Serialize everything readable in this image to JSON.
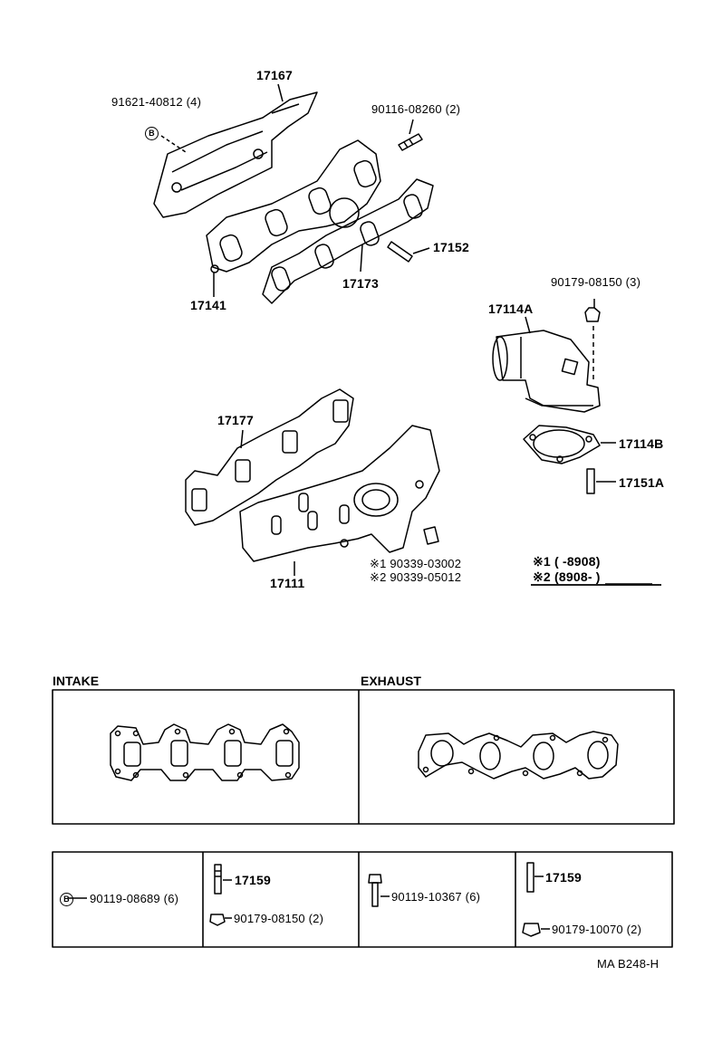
{
  "labels": {
    "p17167": "17167",
    "p91621": "91621-40812 (4)",
    "b_mark": "B",
    "p90116": "90116-08260 (2)",
    "p17152": "17152",
    "p17173": "17173",
    "p17141": "17141",
    "p90179a": "90179-08150 (3)",
    "p17114A": "17114A",
    "p17114B": "17114B",
    "p17151A": "17151A",
    "p17177": "17177",
    "p17111": "17111",
    "note1": "※1 90339-03002",
    "note2": "※2 90339-05012",
    "leg1": "※1 (          -8908)",
    "leg2": "※2 (8908-          )"
  },
  "gaskets": {
    "intake_title": "INTAKE",
    "exhaust_title": "EXHAUST"
  },
  "hardware": {
    "c1_b": "B",
    "c1_part": "90119-08689 (6)",
    "c2_stud": "17159",
    "c2_nut": "90179-08150 (2)",
    "c3_bolt": "90119-10367 (6)",
    "c4_stud": "17159",
    "c4_nut": "90179-10070 (2)"
  },
  "footer": {
    "code": "MA  B248-H"
  }
}
